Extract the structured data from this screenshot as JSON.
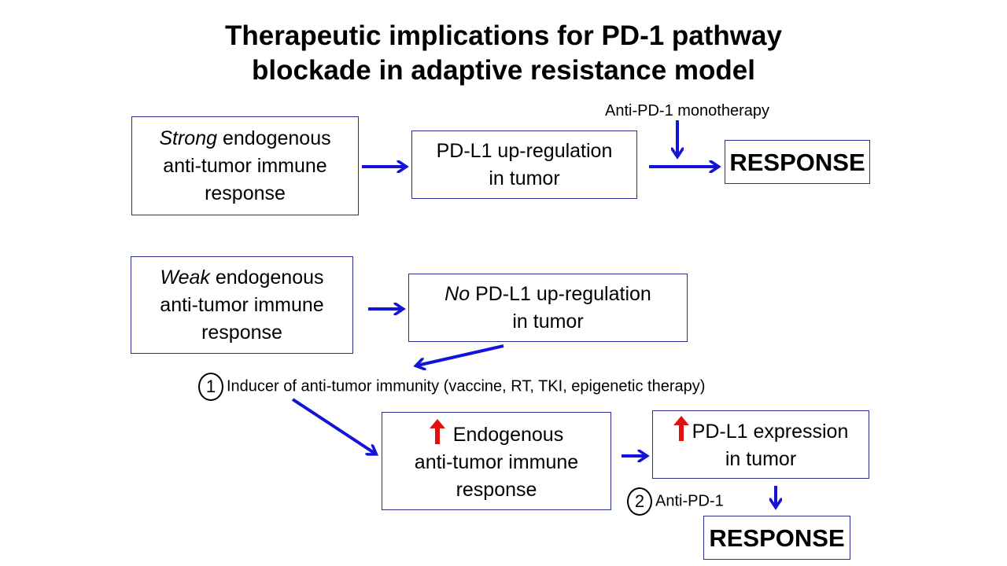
{
  "title": {
    "line1": "Therapeutic implications for PD-1 pathway",
    "line2": "blockade in adaptive resistance model"
  },
  "strong_path": {
    "box1": {
      "em": "Strong",
      "line1_rest": " endogenous",
      "line2": "anti-tumor immune",
      "line3": "response"
    },
    "box2": {
      "line1": "PD-L1 up-regulation",
      "line2": "in tumor"
    },
    "therapy_label": "Anti-PD-1 monotherapy",
    "response": "RESPONSE"
  },
  "weak_path": {
    "box1": {
      "em": "Weak",
      "line1_rest": " endogenous",
      "line2": "anti-tumor immune",
      "line3": "response"
    },
    "box2": {
      "em": "No",
      "line1_rest": " PD-L1 up-regulation",
      "line2": "in tumor"
    },
    "step1_number": "1",
    "step1_label": "Inducer of anti-tumor  immunity (vaccine, RT, TKI, epigenetic therapy)",
    "box3": {
      "line1": "Endogenous",
      "line2": "anti-tumor immune",
      "line3": "response"
    },
    "box4": {
      "line1": "PD-L1 expression",
      "line2": "in tumor"
    },
    "step2_number": "2",
    "step2_label": "Anti-PD-1",
    "response": "RESPONSE"
  },
  "colors": {
    "arrow": "#1414d6",
    "up_arrow": "#e01010",
    "box_border": "#2b2f8f"
  }
}
